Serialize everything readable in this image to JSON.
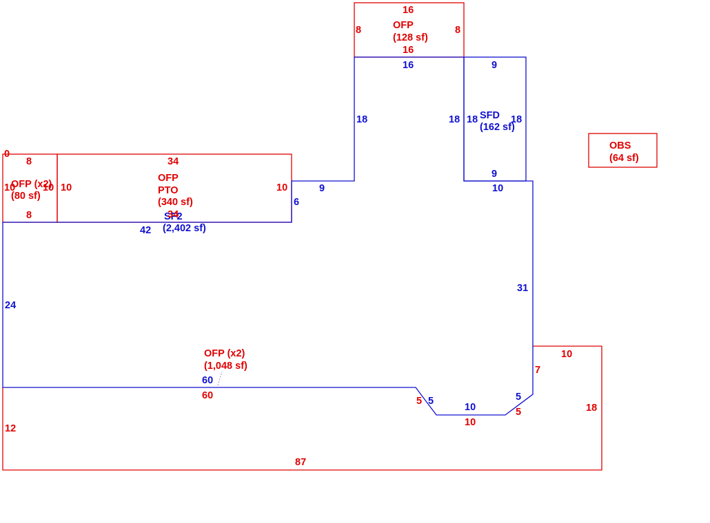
{
  "colors": {
    "ofp": "#e00000",
    "living": "#1010d0",
    "background": "#ffffff"
  },
  "areas": {
    "ofp_top": {
      "label": "OFP",
      "area": "(128 sf)"
    },
    "sfd": {
      "label": "SFD",
      "area": "(162 sf)"
    },
    "obs": {
      "label": "OBS",
      "area": "(64 sf)"
    },
    "ofp_left": {
      "label": "OFP (x2)",
      "area": "(80 sf)"
    },
    "ofp_pto": {
      "label1": "OFP",
      "label2": "PTO",
      "area": "(340 sf)"
    },
    "sf2": {
      "label": "SF2",
      "area": "(2,402 sf)"
    },
    "ofp_bottom": {
      "label": "OFP (x2)",
      "area": "(1,048 sf)"
    }
  },
  "dims": {
    "ofp_top_top": "16",
    "ofp_top_left": "8",
    "ofp_top_right": "8",
    "ofp_top_bottom": "16",
    "main_top_16": "16",
    "sfd_top": "9",
    "main_left_18": "18",
    "sfd_left_outer": "18",
    "sfd_left_inner": "18",
    "sfd_right": "18",
    "sfd_bottom": "9",
    "zero_mark": "0",
    "ofp_left_top": "8",
    "pto_top": "34",
    "ofp_left_side": "10",
    "ofp_left_inner_a": "10",
    "ofp_left_inner_b": "10",
    "pto_right": "10",
    "step_9": "9",
    "sfd_under_10": "10",
    "step_6": "6",
    "ofp_left_bottom": "8",
    "sf2_42": "42",
    "pto_inner_34": "34",
    "main_right_31": "31",
    "main_left_24": "24",
    "ofpb_top_10": "10",
    "ofpb_7": "7",
    "main_bottom_60": "60",
    "ofpb_60": "60",
    "diag_5_red_a": "5",
    "diag_5_blue_a": "5",
    "bottom_10_blue": "10",
    "diag_5_blue_b": "5",
    "diag_5_red_b": "5",
    "ofpb_18": "18",
    "bottom_10_red": "10",
    "ofpb_12": "12",
    "ofpb_87": "87"
  }
}
